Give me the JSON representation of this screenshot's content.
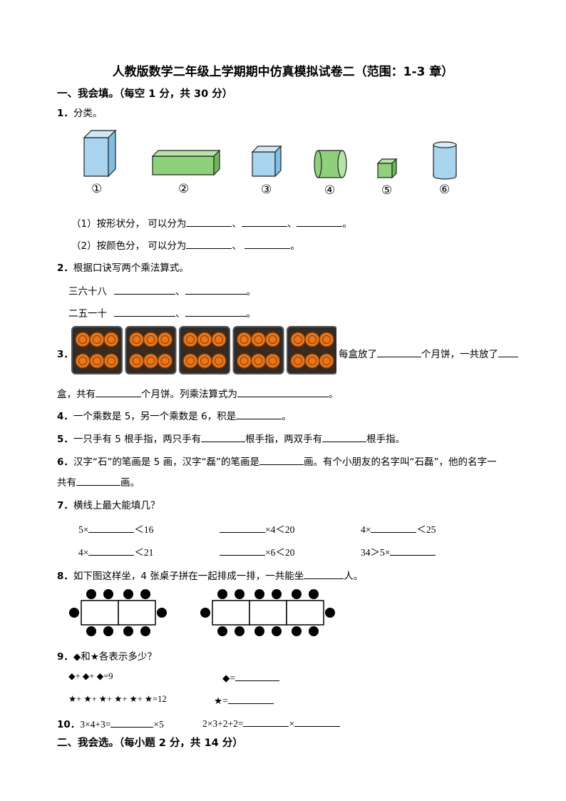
{
  "title": "人教版数学二年级上学期期中仿真模拟试卷二（范围：1-3 章）",
  "section1": "一、我会填。（每空 1 分，共 30 分）",
  "section2": "二、我会选。（每小题 2 分，共 14 分）",
  "q1": {
    "num": "1．",
    "text": "分类。",
    "shape_labels": [
      "①",
      "②",
      "③",
      "④",
      "⑤",
      "⑥"
    ],
    "sub1": "（1）按形状分， 可以分为",
    "sub2": "（2）按颜色分， 可以分为",
    "sep": "、",
    "end": "。"
  },
  "q2": {
    "num": "2．",
    "text": "根据口诀写两个乘法算式。",
    "line1": "三六十八",
    "line2": "二五一十",
    "sep": "、",
    "end": "。"
  },
  "q3": {
    "num": "3．",
    "a": "每盒放了",
    "b": "个月饼，一共放了",
    "c": "盒，共有",
    "d": "个月饼。列乘法算式为",
    "end": "。"
  },
  "q4": {
    "num": "4．",
    "a": "一个乘数是 5，另一个乘数是 6，积是",
    "end": "。"
  },
  "q5": {
    "num": "5．",
    "a": "一只手有 5 根手指，两只手有",
    "b": "根手指，两双手有",
    "c": "根手指。"
  },
  "q6": {
    "num": "6．",
    "a": "汉字“石”的笔画是 5  画，汉字“磊”的笔画是",
    "b": "画。有个小朋友的名字叫“石磊”，他的名字一",
    "c": "共有",
    "d": "画。"
  },
  "q7": {
    "num": "7．",
    "text": "横线上最大能填几？",
    "e1a": "5×",
    "e1b": "＜16",
    "e2b": "×4＜20",
    "e3a": "4×",
    "e3b": "＜25",
    "e4a": "4×",
    "e4b": "＜21",
    "e5b": "×6＜20",
    "e6a": "34＞5×"
  },
  "q8": {
    "num": "8．",
    "a": "如下图这样坐，4 张桌子拼在一起排成一排，一共能坐",
    "b": "人。"
  },
  "q9": {
    "num": "9．",
    "text": "◆和★各表示多少？",
    "eq1": "◆+ ◆+ ◆=9",
    "eq2": "★+ ★+ ★+ ★+ ★+ ★=12",
    "ans1": "◆=",
    "ans2": "★="
  },
  "q10": {
    "num": "10．",
    "a": "3×4+3=",
    "b": "×5",
    "c": "2×3+2+2=",
    "d": "×"
  },
  "colors": {
    "blue": "#a9d4ee",
    "green": "#8fd17a",
    "orange": "#e8761c",
    "box": "#2b2b2b"
  }
}
